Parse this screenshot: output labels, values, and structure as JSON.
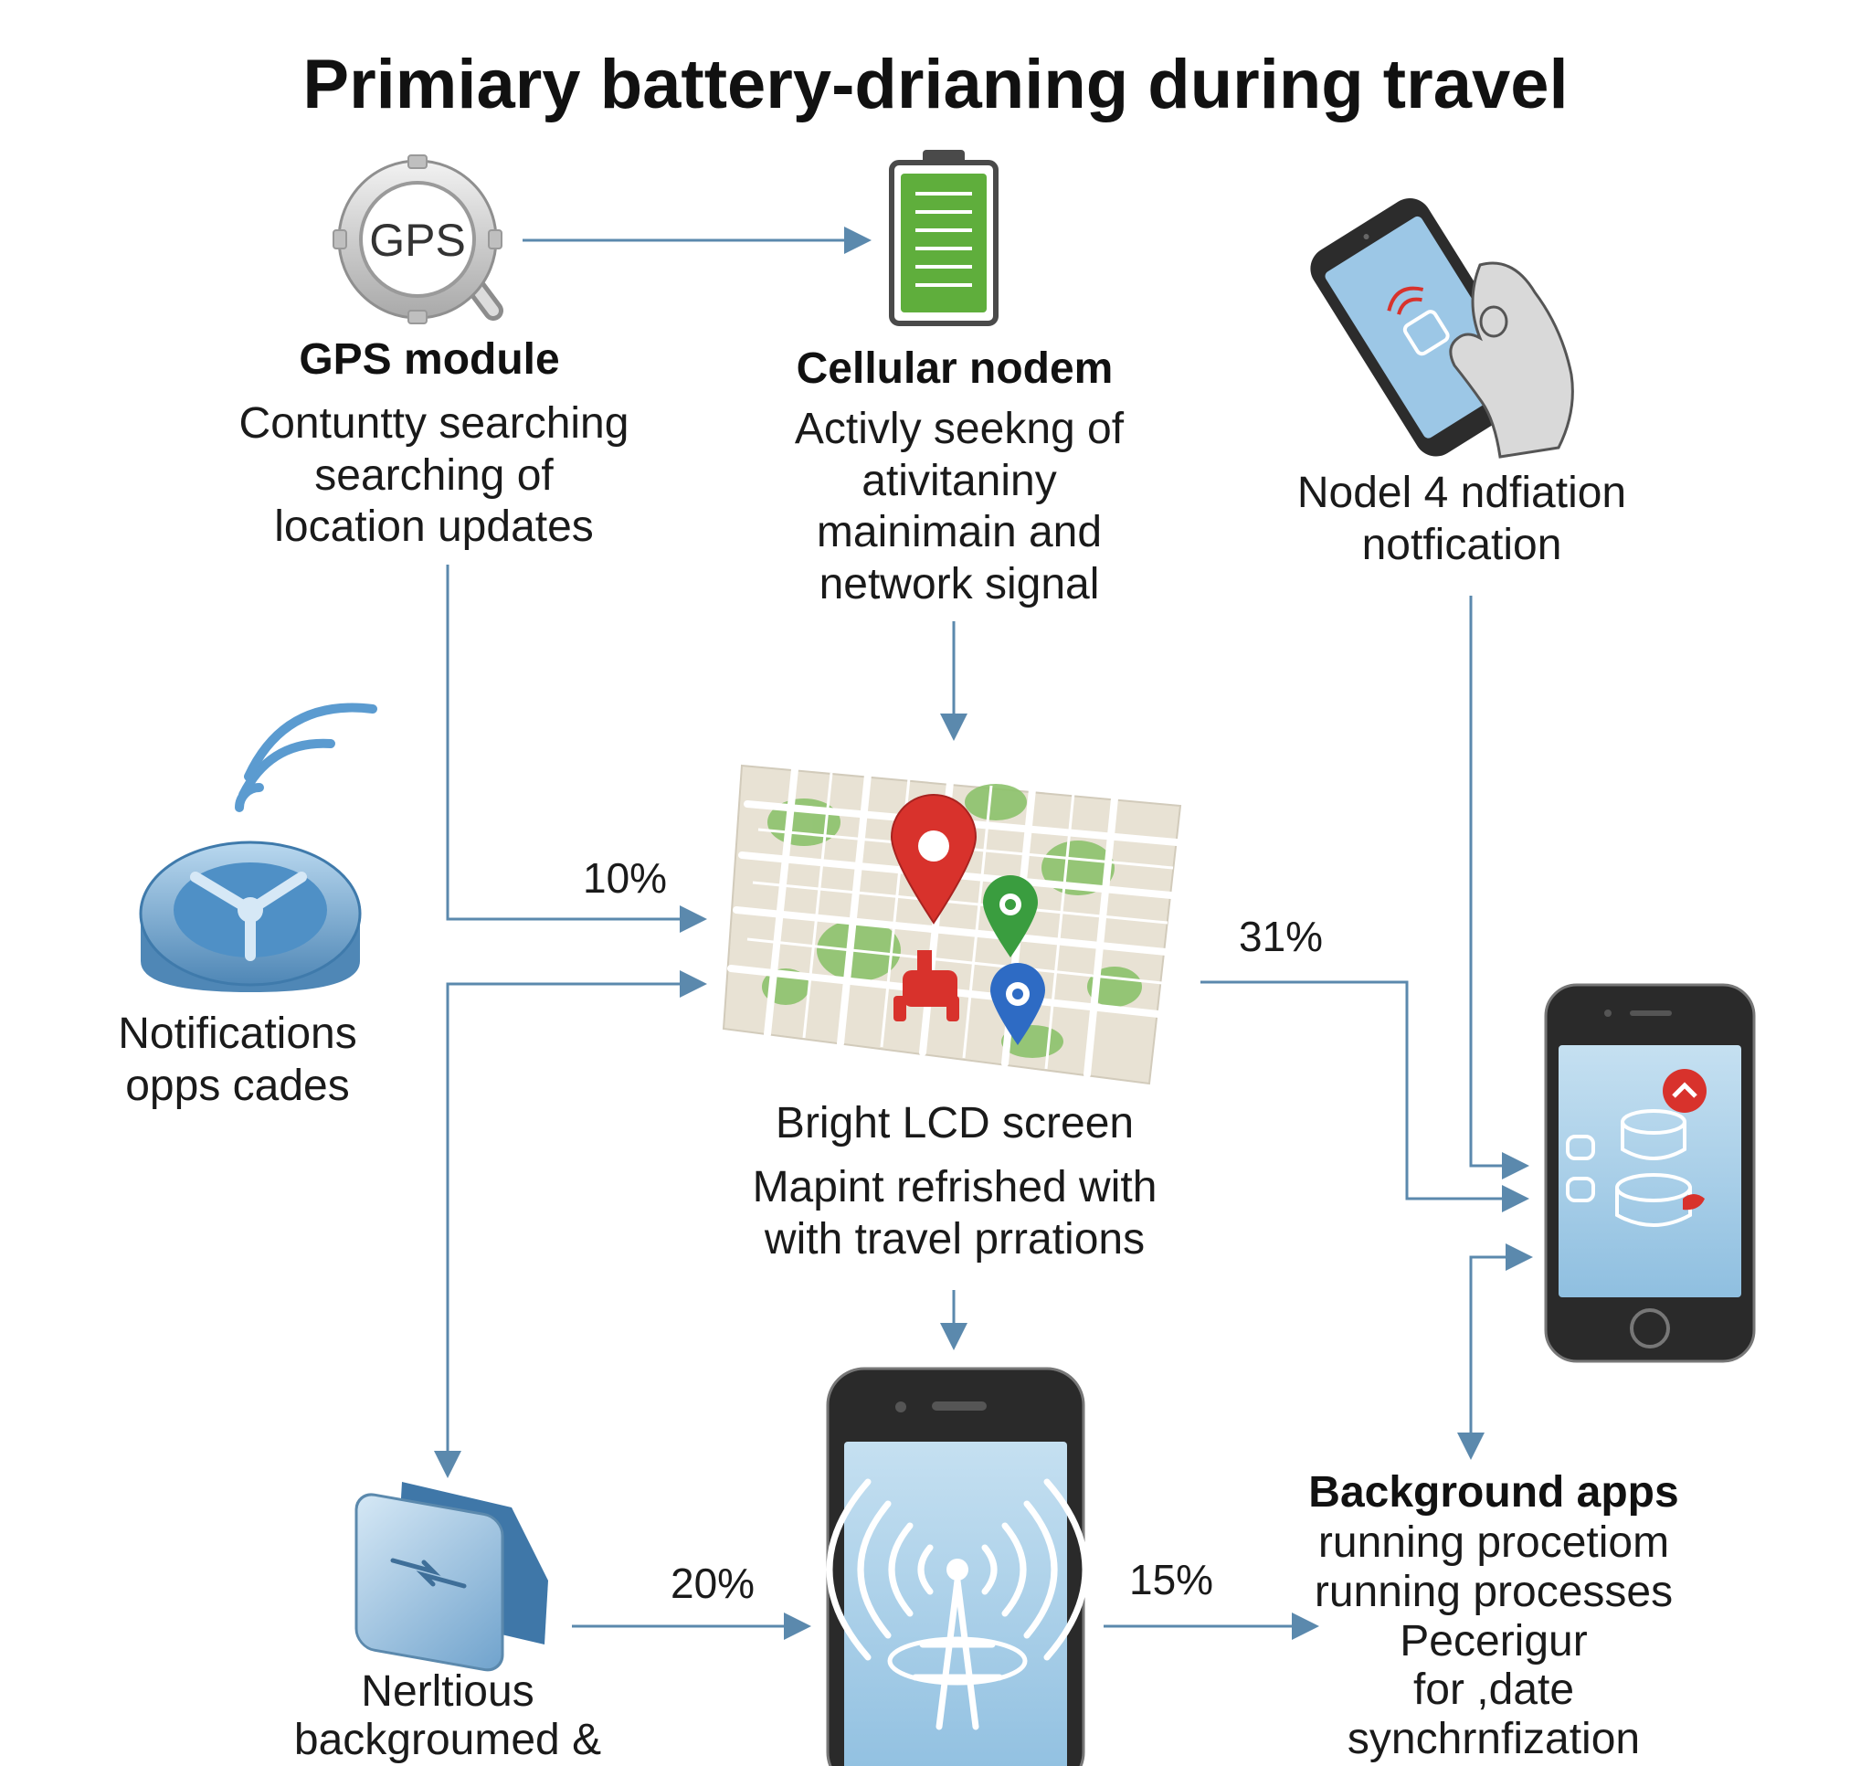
{
  "title": "Primiary battery-drianing during travel",
  "colors": {
    "arrow": "#5b89ad",
    "battery_green": "#5fae3c",
    "pin_red": "#d8322c",
    "pin_green": "#3a9d3f",
    "pin_blue": "#2e6bc4",
    "screen_blue": "#a9cfe8"
  },
  "nodes": {
    "gps": {
      "icon": "gps-magnifier-icon",
      "icon_text": "GPS",
      "heading": "GPS module",
      "lines": [
        "Contuntty searching",
        "searching of",
        "location updates"
      ]
    },
    "cellular": {
      "icon": "battery-icon",
      "heading": "Cellular nodem",
      "lines": [
        "Activly seekng of",
        "ativitaniny",
        "mainimain and",
        "network signal"
      ]
    },
    "notif_top": {
      "icon": "hand-holding-phone-icon",
      "lines": [
        "Nodel 4 ndfiation",
        "notfication"
      ]
    },
    "notif_left": {
      "icon": "wireless-puck-icon",
      "lines": [
        "Notifications",
        "opps cades"
      ]
    },
    "screen": {
      "icon": "map-icon",
      "heading": "Bright LCD screen",
      "lines": [
        "Mapint refrished with",
        "with travel prrations"
      ]
    },
    "background_apps": {
      "icon": "phone-screen-icon",
      "heading": "Background apps",
      "lines": [
        "running procetiom",
        "running processes",
        "Pecerigur",
        "for ,date",
        "synchrnfization"
      ]
    },
    "network": {
      "icon": "sync-device-icon",
      "lines": [
        "Nerltious",
        "backgroumed &"
      ]
    },
    "antenna_phone": {
      "icon": "antenna-phone-icon"
    }
  },
  "edges": [
    {
      "from": "gps",
      "to": "screen",
      "label": "10%"
    },
    {
      "from": "screen",
      "to": "phone",
      "label": "31%"
    },
    {
      "from": "network",
      "to": "antenna_phone",
      "label": "20%"
    },
    {
      "from": "antenna_phone",
      "to": "background_apps",
      "label": "15%"
    }
  ]
}
